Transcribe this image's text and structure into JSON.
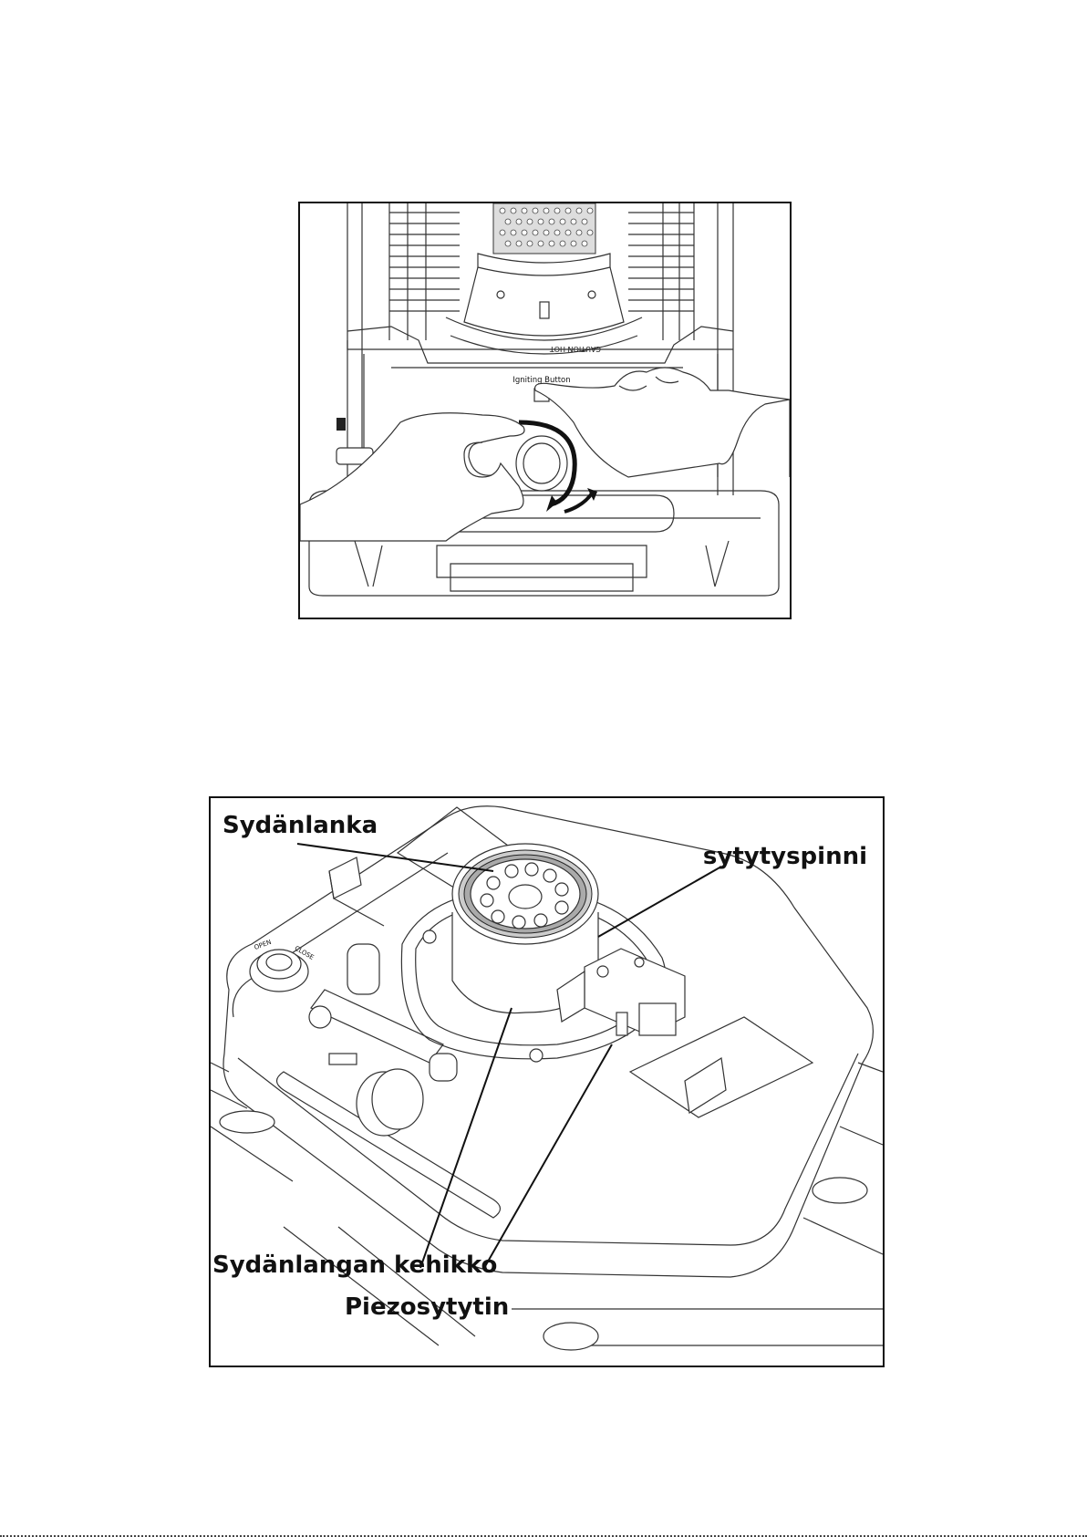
{
  "figure1": {
    "button_caption": "Igniting Button",
    "caution_text": "CAUTION HOT"
  },
  "figure2": {
    "labels": {
      "wick": "Sydänlanka",
      "ignition_pin": "sytytyspinni",
      "wick_frame": "Sydänlangan kehikko",
      "piezo": "Piezosytytin"
    },
    "cap_text_open": "OPEN",
    "cap_text_close": "CLOSE"
  }
}
